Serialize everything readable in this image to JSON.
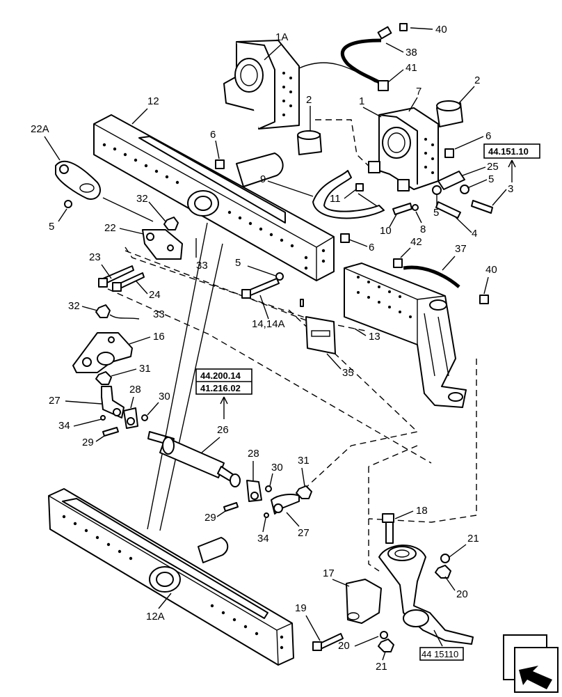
{
  "labels": {
    "l1A": "1A",
    "l40a": "40",
    "l38": "38",
    "l41": "41",
    "l7": "7",
    "l2a": "2",
    "l2b": "2",
    "l1": "1",
    "l12": "12",
    "l22A": "22A",
    "l6a": "6",
    "l6b": "6",
    "l6c": "6",
    "l25": "25",
    "l5a": "5",
    "l5b": "5",
    "l5c": "5",
    "l5d": "5",
    "l3": "3",
    "l9": "9",
    "l11": "11",
    "l4": "4",
    "l10": "10",
    "l8": "8",
    "l32a": "32",
    "l32b": "32",
    "l22": "22",
    "l33a": "33",
    "l33b": "33",
    "l42": "42",
    "l37": "37",
    "l40b": "40",
    "l23": "23",
    "l24": "24",
    "l14": "14,14A",
    "l16": "16",
    "l13": "13",
    "l31a": "31",
    "l31b": "31",
    "l35": "35",
    "l27a": "27",
    "l27b": "27",
    "l28a": "28",
    "l28b": "28",
    "l30a": "30",
    "l30b": "30",
    "l34a": "34",
    "l34b": "34",
    "l29a": "29",
    "l29b": "29",
    "l26": "26",
    "l18": "18",
    "l21a": "21",
    "l21b": "21",
    "l17": "17",
    "l20a": "20",
    "l20b": "20",
    "l19": "19",
    "l12A": "12A"
  },
  "refs": {
    "ref_44_151_10": "44.151.10",
    "ref_44_200_14": "44.200.14",
    "ref_41_216_02": "41.216.02",
    "ref_44_15110": "44 15110"
  },
  "nav": {
    "icon": "next-page-arrow-icon"
  }
}
